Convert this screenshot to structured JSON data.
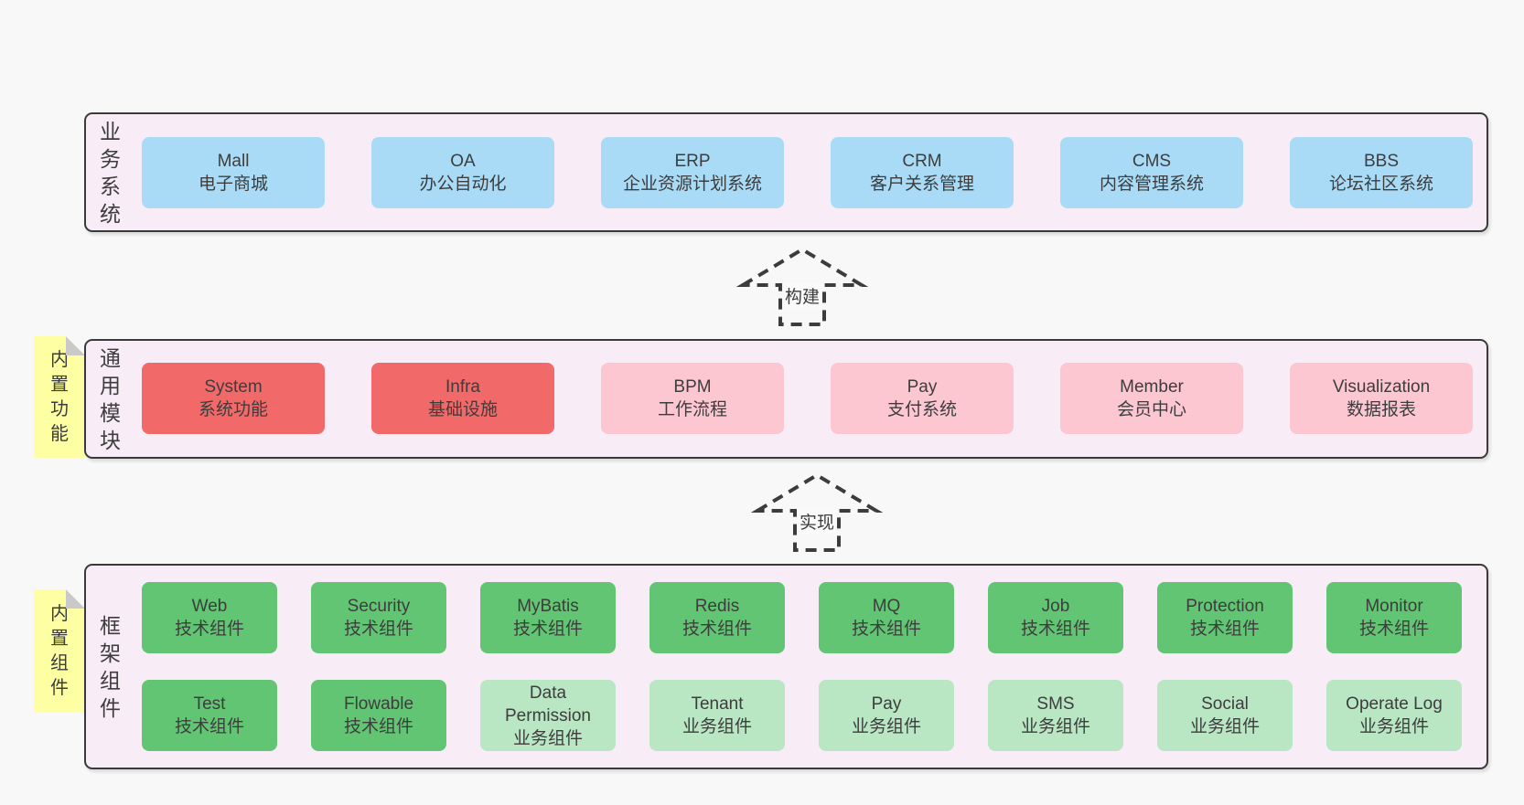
{
  "colors": {
    "page_bg": "#f8f8f8",
    "layer_bg": "#f8ecf6",
    "layer_border": "#3a3a3a",
    "text": "#3d3d3d",
    "blue": "#a9dbf6",
    "red": "#f16969",
    "pink": "#fdc7d2",
    "green": "#62c573",
    "light_green": "#b9e6c3",
    "note_yellow": "#feffa3",
    "note_fold_gray": "#c9c9c9"
  },
  "arrows": [
    {
      "label": "构建"
    },
    {
      "label": "实现"
    }
  ],
  "layers": [
    {
      "label": "业务系统",
      "rows": [
        [
          {
            "name": "Mall",
            "desc": "电子商城",
            "variant": "blue"
          },
          {
            "name": "OA",
            "desc": "办公自动化",
            "variant": "blue"
          },
          {
            "name": "ERP",
            "desc": "企业资源计划系统",
            "variant": "blue"
          },
          {
            "name": "CRM",
            "desc": "客户关系管理",
            "variant": "blue"
          },
          {
            "name": "CMS",
            "desc": "内容管理系统",
            "variant": "blue"
          },
          {
            "name": "BBS",
            "desc": "论坛社区系统",
            "variant": "blue"
          }
        ]
      ]
    },
    {
      "label": "通用模块",
      "note": "内置功能",
      "rows": [
        [
          {
            "name": "System",
            "desc": "系统功能",
            "variant": "red"
          },
          {
            "name": "Infra",
            "desc": "基础设施",
            "variant": "red"
          },
          {
            "name": "BPM",
            "desc": "工作流程",
            "variant": "pink"
          },
          {
            "name": "Pay",
            "desc": "支付系统",
            "variant": "pink"
          },
          {
            "name": "Member",
            "desc": "会员中心",
            "variant": "pink"
          },
          {
            "name": "Visualization",
            "desc": "数据报表",
            "variant": "pink"
          }
        ]
      ]
    },
    {
      "label": "框架组件",
      "note": "内置组件",
      "rows": [
        [
          {
            "name": "Web",
            "desc": "技术组件",
            "variant": "green"
          },
          {
            "name": "Security",
            "desc": "技术组件",
            "variant": "green"
          },
          {
            "name": "MyBatis",
            "desc": "技术组件",
            "variant": "green"
          },
          {
            "name": "Redis",
            "desc": "技术组件",
            "variant": "green"
          },
          {
            "name": "MQ",
            "desc": "技术组件",
            "variant": "green"
          },
          {
            "name": "Job",
            "desc": "技术组件",
            "variant": "green"
          },
          {
            "name": "Protection",
            "desc": "技术组件",
            "variant": "green"
          },
          {
            "name": "Monitor",
            "desc": "技术组件",
            "variant": "green"
          }
        ],
        [
          {
            "name": "Test",
            "desc": "技术组件",
            "variant": "green"
          },
          {
            "name": "Flowable",
            "desc": "技术组件",
            "variant": "green"
          },
          {
            "name": "Data Permission",
            "desc": "业务组件",
            "variant": "light_green"
          },
          {
            "name": "Tenant",
            "desc": "业务组件",
            "variant": "light_green"
          },
          {
            "name": "Pay",
            "desc": "业务组件",
            "variant": "light_green"
          },
          {
            "name": "SMS",
            "desc": "业务组件",
            "variant": "light_green"
          },
          {
            "name": "Social",
            "desc": "业务组件",
            "variant": "light_green"
          },
          {
            "name": "Operate Log",
            "desc": "业务组件",
            "variant": "light_green"
          }
        ]
      ]
    }
  ]
}
